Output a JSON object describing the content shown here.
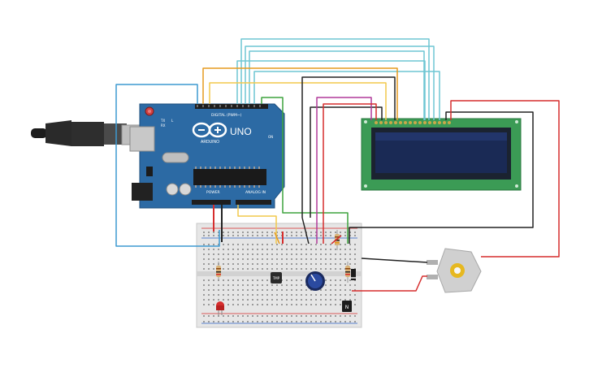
{
  "arduino": {
    "brand": "ARDUINO",
    "model": "UNO",
    "digital_label": "DIGITAL (PWM~)",
    "analog_label": "ANALOG IN",
    "power_label": "POWER",
    "tx_label": "TX",
    "rx_label": "RX",
    "l_label": "L",
    "on_label": "ON"
  },
  "components": {
    "sensor_label": "TMP",
    "motor_driver_label": "N"
  },
  "colors": {
    "board": "#2c6aa4",
    "breadboard": "#e6e6e6",
    "lcd_pcb": "#3b9b55",
    "lcd_screen": "#1a2a55",
    "motor": "#d0d0d0",
    "wire_cyan": "#6ec6d3",
    "wire_orange": "#e69a1e",
    "wire_green": "#3fa43f",
    "wire_black": "#222222",
    "wire_yellow": "#f2c94c",
    "wire_red": "#d62d2d",
    "wire_magenta": "#b03a9a",
    "wire_blue": "#3d9ad1"
  }
}
